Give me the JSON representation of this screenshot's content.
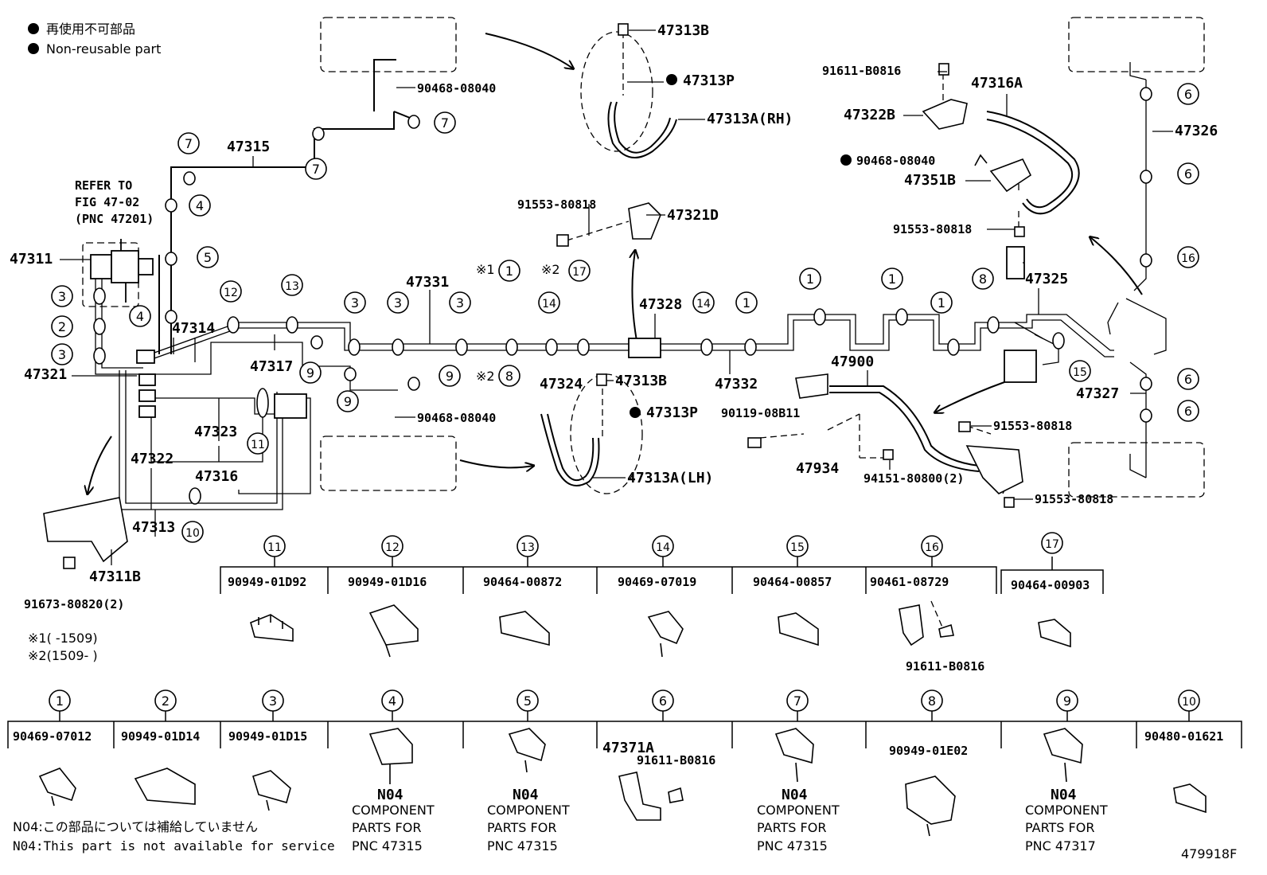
{
  "legend": {
    "jp": "再使用不可部品",
    "en": "Non-reusable part"
  },
  "refer": {
    "l1": "REFER TO",
    "l2": "FIG 47-02",
    "l3": "(PNC 47201)"
  },
  "labels": {
    "p47313B_top": "47313B",
    "p47313P_top": "47313P",
    "p47313A_rh": "47313A(RH)",
    "p90468_top": "90468-08040",
    "p47315": "47315",
    "p47311": "47311",
    "p47314": "47314",
    "p47321": "47321",
    "p47317": "47317",
    "p47331": "47331",
    "p47323": "47323",
    "p47322": "47322",
    "p47316": "47316",
    "p47313": "47313",
    "p47311B": "47311B",
    "p91673": "91673-80820(2)",
    "p90468_bot": "90468-08040",
    "p47324": "47324",
    "p47313B_bot": "47313B",
    "p47313P_bot": "47313P",
    "p47313A_lh": "47313A(LH)",
    "p91553_a": "91553-80818",
    "p47321D": "47321D",
    "p47328": "47328",
    "p47332": "47332",
    "p47900": "47900",
    "p90119": "90119-08B11",
    "p47934": "47934",
    "p94151": "94151-80800(2)",
    "p91553_b": "91553-80818",
    "p91553_c": "91553-80818",
    "p91611_top": "91611-B0816",
    "p47316A": "47316A",
    "p47322B": "47322B",
    "p90468_r": "90468-08040",
    "p47351B": "47351B",
    "p91553_d": "91553-80818",
    "p47325": "47325",
    "p47326": "47326",
    "p47327": "47327",
    "mark1": "※1",
    "mark2a": "※2",
    "mark2b": "※2"
  },
  "date_notes": {
    "n1": "※1(      -1509)",
    "n2": "※2(1509-      )"
  },
  "clamps_top": [
    {
      "num": "11",
      "part": "90949-01D92"
    },
    {
      "num": "12",
      "part": "90949-01D16"
    },
    {
      "num": "13",
      "part": "90464-00872"
    },
    {
      "num": "14",
      "part": "90469-07019"
    },
    {
      "num": "15",
      "part": "90464-00857"
    },
    {
      "num": "16",
      "part": "90461-08729"
    },
    {
      "num": "17",
      "part": "90464-00903"
    }
  ],
  "clamp16_bolt": "91611-B0816",
  "clamps_bottom": [
    {
      "num": "1",
      "part": "90469-07012"
    },
    {
      "num": "2",
      "part": "90949-01D14"
    },
    {
      "num": "3",
      "part": "90949-01D15"
    },
    {
      "num": "4",
      "part": ""
    },
    {
      "num": "5",
      "part": ""
    },
    {
      "num": "6",
      "part": ""
    },
    {
      "num": "7",
      "part": ""
    },
    {
      "num": "8",
      "part": "90949-01E02"
    },
    {
      "num": "9",
      "part": ""
    },
    {
      "num": "10",
      "part": "90480-01621"
    }
  ],
  "clamp6": {
    "part": "47371A",
    "bolt": "91611-B0816"
  },
  "n04_blocks": [
    {
      "code": "N04",
      "l1": "COMPONENT",
      "l2": "PARTS FOR",
      "l3": "PNC 47315"
    },
    {
      "code": "N04",
      "l1": "COMPONENT",
      "l2": "PARTS FOR",
      "l3": "PNC 47315"
    },
    {
      "code": "N04",
      "l1": "COMPONENT",
      "l2": "PARTS FOR",
      "l3": "PNC 47315"
    },
    {
      "code": "N04",
      "l1": "COMPONENT",
      "l2": "PARTS FOR",
      "l3": "PNC 47317"
    }
  ],
  "footnote": {
    "jp": "N04:この部品については補給していません",
    "en": "N04:This part is not available for service"
  },
  "fig_id": "479918F",
  "callouts": {
    "c1": "1",
    "c2": "2",
    "c3": "3",
    "c4": "4",
    "c5": "5",
    "c6": "6",
    "c7": "7",
    "c8": "8",
    "c9": "9",
    "c10": "10",
    "c11": "11",
    "c12": "12",
    "c13": "13",
    "c14": "14",
    "c15": "15",
    "c16": "16",
    "c17": "17"
  }
}
